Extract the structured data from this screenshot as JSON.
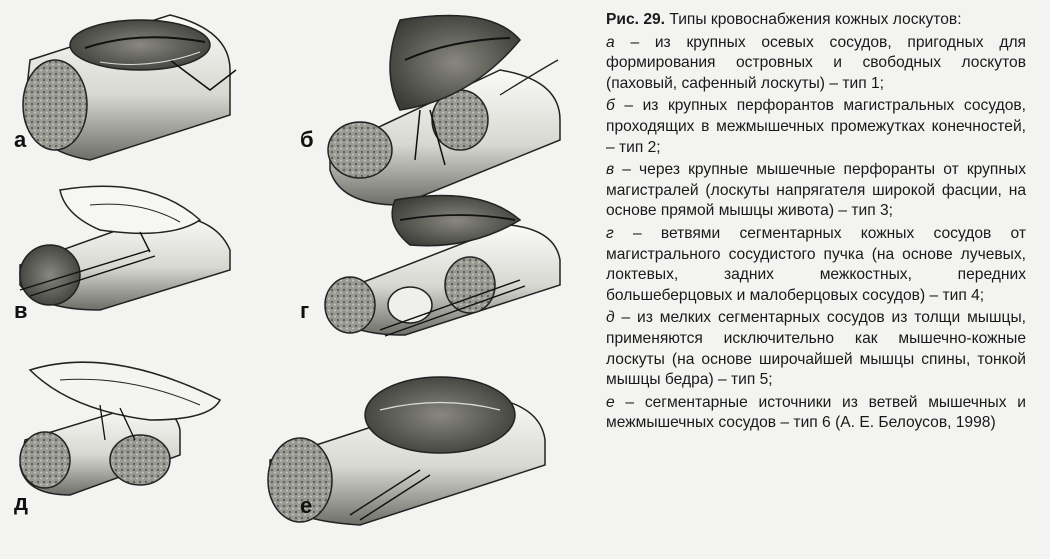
{
  "figure": {
    "panels": [
      {
        "label": "а"
      },
      {
        "label": "б"
      },
      {
        "label": "в"
      },
      {
        "label": "г"
      },
      {
        "label": "д"
      },
      {
        "label": "е"
      }
    ]
  },
  "caption": {
    "title": "Рис. 29.",
    "heading": "Типы кровоснабжения кожных лоскутов:",
    "items": [
      {
        "letter": "а",
        "text": "– из крупных осевых сосудов, пригодных для формирования островных и свободных лоскутов (паховый, сафенный лоскуты) – тип 1;"
      },
      {
        "letter": "б",
        "text": "– из крупных перфорантов магистральных сосудов, проходящих в межмышечных промежутках конечностей, – тип 2;"
      },
      {
        "letter": "в",
        "text": "– через крупные мышечные перфоранты от крупных магистралей (лоскуты напрягателя широкой фасции, на основе прямой мышцы живота) – тип 3;"
      },
      {
        "letter": "г",
        "text": "– ветвями сегментарных кожных сосудов от магистрального сосудистого пучка (на основе лучевых, локтевых, задних межкостных, передних большеберцовых и малоберцовых сосудов) – тип 4;"
      },
      {
        "letter": "д",
        "text": "– из мелких сегментарных сосудов из толщи мышцы, применяются исключительно как мышечно-кожные лоскуты (на основе широчайшей мышцы спины, тонкой мышцы бедра) – тип 5;"
      },
      {
        "letter": "е",
        "text": "– сегментарные источники из ветвей мышечных и межмышечных сосудов – тип 6 (А. Е. Белоусов, 1998)"
      }
    ]
  }
}
